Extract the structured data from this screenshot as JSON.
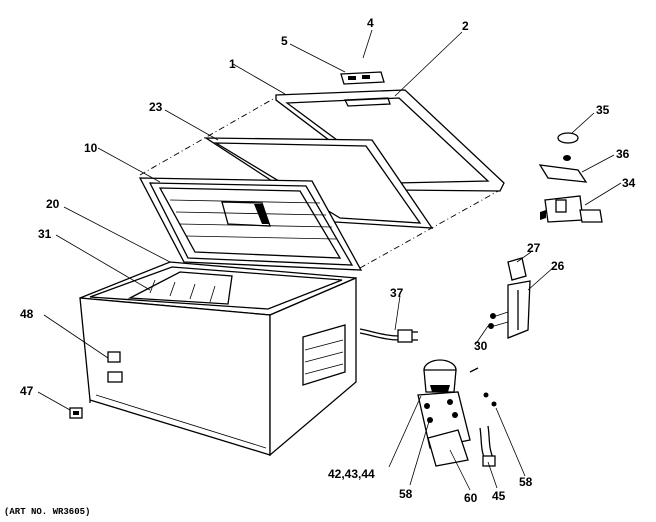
{
  "diagram": {
    "art_number": "(ART NO. WR3605)",
    "part_labels": {
      "p1": "1",
      "p2": "2",
      "p4": "4",
      "p5": "5",
      "p10": "10",
      "p20": "20",
      "p23": "23",
      "p26": "26",
      "p27": "27",
      "p30": "30",
      "p31": "31",
      "p34": "34",
      "p35": "35",
      "p36": "36",
      "p37": "37",
      "p42": "42,43,44",
      "p45": "45",
      "p47": "47",
      "p48": "48",
      "p58a": "58",
      "p58b": "58",
      "p60": "60"
    }
  }
}
